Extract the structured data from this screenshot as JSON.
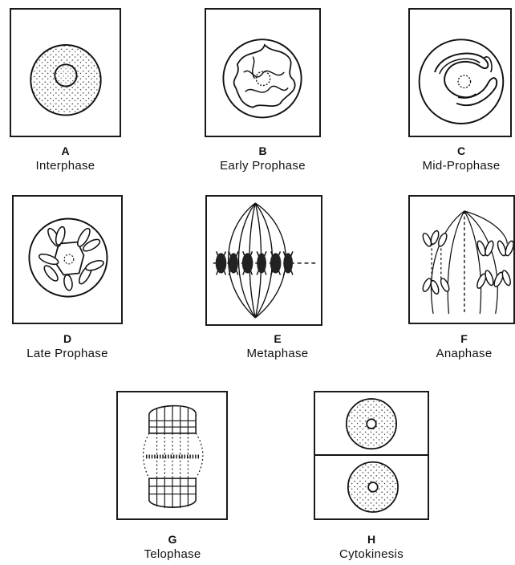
{
  "panels": {
    "a": {
      "letter": "A",
      "name": "Interphase"
    },
    "b": {
      "letter": "B",
      "name": "Early  Prophase"
    },
    "c": {
      "letter": "C",
      "name": "Mid-Prophase"
    },
    "d": {
      "letter": "D",
      "name": "Late  Prophase"
    },
    "e": {
      "letter": "E",
      "name": "Metaphase"
    },
    "f": {
      "letter": "F",
      "name": "Anaphase"
    },
    "g": {
      "letter": "G",
      "name": "Telophase"
    },
    "h": {
      "letter": "H",
      "name": "Cytokinesis"
    }
  }
}
